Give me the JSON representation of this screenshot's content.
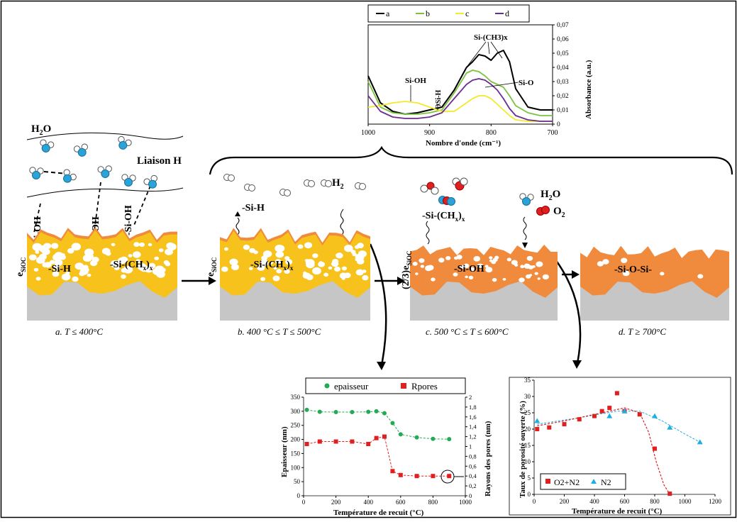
{
  "ftir": {
    "legend": [
      "a",
      "b",
      "c",
      "d"
    ],
    "legend_colors": [
      "#000000",
      "#7cc242",
      "#f2ea2a",
      "#6b2d8e"
    ],
    "xlabel": "Nombre d'onde (cm⁻¹)",
    "ylabel": "Absorbance (a.u.)",
    "xticks": [
      "1000",
      "900",
      "800",
      "700"
    ],
    "yticks": [
      "0",
      "0,01",
      "0,02",
      "0,03",
      "0,04",
      "0,05",
      "0,06",
      "0,07"
    ],
    "annotations": [
      "Si-OH",
      "OSi-H",
      "Si-(CH3)x",
      "Si-O"
    ]
  },
  "panels": {
    "a": {
      "caption": "a.  T ≤ 400°C",
      "thickness": "e",
      "thickness_sub": "SiOC",
      "water": "H",
      "water_sub": "2",
      "water_tail": "O",
      "hbond": "Liaison H",
      "silanol": "-Si-OH",
      "sih": "-Si-H",
      "sich": "-Si-(CH",
      "sich_sub": "x",
      "sich_tail": ")",
      "sich_tail_sub": "x"
    },
    "b": {
      "caption": "b. 400 °C ≤ T ≤ 500°C",
      "thickness": "e",
      "thickness_sub": "SiOC",
      "h2": "H",
      "h2_sub": "2",
      "sih": "-Si-H",
      "sich": "-Si-(CH",
      "sich_sub": "x",
      "sich_tail": ")",
      "sich_tail_sub": "x"
    },
    "c": {
      "caption": "c. 500 °C ≤ T ≤ 600°C",
      "thickness": "(2/3)e",
      "thickness_sub": "SiOC",
      "sich": "-Si-(CH",
      "sich_sub": "x",
      "sich_tail": ")",
      "sich_tail_sub": "x",
      "sioh": "-Si-OH",
      "water": "H",
      "water_sub": "2",
      "water_tail": "O",
      "o2": "O",
      "o2_sub": "2"
    },
    "d": {
      "caption": "d.  T ≥ 700°C",
      "sios": "-Si-O-Si-"
    }
  },
  "colors": {
    "orange": "#f08a3c",
    "yellow": "#f7c21c",
    "substrate": "#c6c6c6",
    "blue": "#2aa3d8",
    "red": "#e02020",
    "green": "#22aa55",
    "cyan": "#1eaee6"
  },
  "chart_data": [
    {
      "type": "line",
      "title": "",
      "xlabel": "Nombre d'onde (cm⁻¹)",
      "ylabel": "Absorbance (a.u.)",
      "xlim": [
        1000,
        700
      ],
      "ylim": [
        0,
        0.07
      ],
      "series": [
        {
          "name": "a",
          "x": [
            1000,
            980,
            960,
            940,
            920,
            900,
            880,
            860,
            840,
            830,
            820,
            810,
            800,
            790,
            780,
            770,
            760,
            740,
            720,
            700
          ],
          "y": [
            0.034,
            0.015,
            0.009,
            0.007,
            0.008,
            0.01,
            0.012,
            0.024,
            0.04,
            0.044,
            0.049,
            0.048,
            0.045,
            0.05,
            0.052,
            0.044,
            0.025,
            0.012,
            0.01,
            0.01
          ]
        },
        {
          "name": "b",
          "x": [
            1000,
            980,
            960,
            940,
            920,
            900,
            880,
            860,
            840,
            830,
            820,
            810,
            800,
            790,
            780,
            770,
            760,
            740,
            720,
            700
          ],
          "y": [
            0.03,
            0.012,
            0.008,
            0.007,
            0.007,
            0.008,
            0.01,
            0.022,
            0.036,
            0.038,
            0.037,
            0.034,
            0.03,
            0.028,
            0.026,
            0.02,
            0.013,
            0.008,
            0.006,
            0.006
          ]
        },
        {
          "name": "c",
          "x": [
            1000,
            980,
            960,
            940,
            920,
            900,
            880,
            860,
            840,
            830,
            820,
            810,
            800,
            790,
            780,
            770,
            760,
            740,
            720,
            700
          ],
          "y": [
            0.012,
            0.013,
            0.015,
            0.016,
            0.015,
            0.012,
            0.009,
            0.009,
            0.015,
            0.018,
            0.02,
            0.02,
            0.018,
            0.014,
            0.01,
            0.006,
            0.003,
            0.002,
            0.002,
            0.002
          ]
        },
        {
          "name": "d",
          "x": [
            1000,
            980,
            960,
            940,
            920,
            900,
            880,
            860,
            840,
            830,
            820,
            810,
            800,
            790,
            780,
            770,
            760,
            740,
            720,
            700
          ],
          "y": [
            0.02,
            0.009,
            0.005,
            0.004,
            0.004,
            0.005,
            0.008,
            0.018,
            0.028,
            0.031,
            0.032,
            0.031,
            0.028,
            0.024,
            0.018,
            0.011,
            0.006,
            0.003,
            0.002,
            0.002
          ]
        }
      ]
    },
    {
      "type": "scatter",
      "title": "",
      "xlabel": "Température de recuit (°C)",
      "ylabel": "Epaisseur (nm)",
      "y2label": "Rayons des pores (nm)",
      "xticks": [
        "0",
        "200",
        "400",
        "600",
        "800",
        "1000"
      ],
      "yticks": [
        "0",
        "50",
        "100",
        "150",
        "200",
        "250",
        "300",
        "350"
      ],
      "y2ticks": [
        "0",
        "0,2",
        "0,4",
        "0,6",
        "0,8",
        "1",
        "1,2",
        "1,4",
        "1,6",
        "1,8",
        "2"
      ],
      "xlim": [
        0,
        1000
      ],
      "ylim": [
        0,
        350
      ],
      "y2lim": [
        0,
        2
      ],
      "series": [
        {
          "name": "epaisseur",
          "axis": "left",
          "x": [
            20,
            100,
            200,
            300,
            400,
            450,
            500,
            550,
            600,
            700,
            800,
            900
          ],
          "y": [
            305,
            298,
            297,
            297,
            298,
            300,
            293,
            258,
            218,
            207,
            202,
            201
          ]
        },
        {
          "name": "Rpores",
          "axis": "right",
          "x": [
            20,
            100,
            200,
            300,
            400,
            450,
            500,
            550,
            600,
            700,
            800,
            900
          ],
          "y": [
            1.05,
            1.1,
            1.1,
            1.1,
            1.05,
            1.17,
            1.2,
            0.5,
            0.42,
            0.4,
            0.4,
            0.4
          ]
        }
      ]
    },
    {
      "type": "scatter",
      "title": "",
      "xlabel": "Température de recuit (°C)",
      "ylabel": "Taux de porosité ouverte (%)",
      "xticks": [
        "0",
        "200",
        "400",
        "600",
        "800",
        "1000",
        "1200"
      ],
      "yticks": [
        "0",
        "5",
        "10",
        "15",
        "20",
        "25",
        "30",
        "35"
      ],
      "xlim": [
        0,
        1200
      ],
      "ylim": [
        0,
        35
      ],
      "series": [
        {
          "name": "O2+N2",
          "x": [
            20,
            100,
            200,
            300,
            400,
            450,
            500,
            550,
            600,
            700,
            800,
            900
          ],
          "y": [
            20,
            20.5,
            21.5,
            23,
            24,
            25.5,
            26.5,
            31,
            25.5,
            24.5,
            14,
            0.2
          ]
        },
        {
          "name": "N2",
          "x": [
            20,
            500,
            600,
            800,
            900,
            1100
          ],
          "y": [
            22.5,
            24,
            25.5,
            24,
            20.5,
            16
          ]
        }
      ]
    }
  ]
}
